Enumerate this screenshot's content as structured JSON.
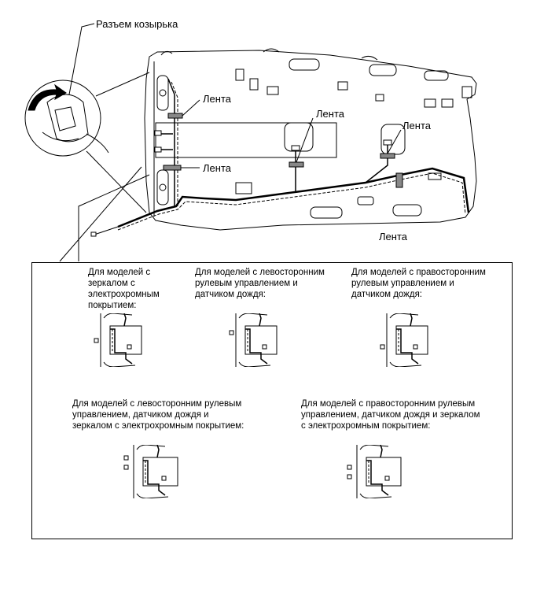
{
  "labels": {
    "visor_connector": "Разъем козырька",
    "tape_1": "Лента",
    "tape_2": "Лента",
    "tape_3": "Лента",
    "tape_4": "Лента",
    "tape_5": "Лента"
  },
  "variants": [
    {
      "caption": "Для моделей с\nзеркалом с\nэлектрохромным\nпокрытием:"
    },
    {
      "caption": "Для моделей с левосторонним\nрулевым управлением и\nдатчиком дождя:"
    },
    {
      "caption": "Для моделей с правосторонним\nрулевым управлением и\nдатчиком дождя:"
    },
    {
      "caption": "Для моделей с левосторонним рулевым\nуправлением, датчиком дождя и\nзеркалом с электрохромным покрытием:"
    },
    {
      "caption": "Для моделей с правосторонним рулевым\nуправлением, датчиком дождя и зеркалом\nс электрохромным покрытием:"
    }
  ]
}
